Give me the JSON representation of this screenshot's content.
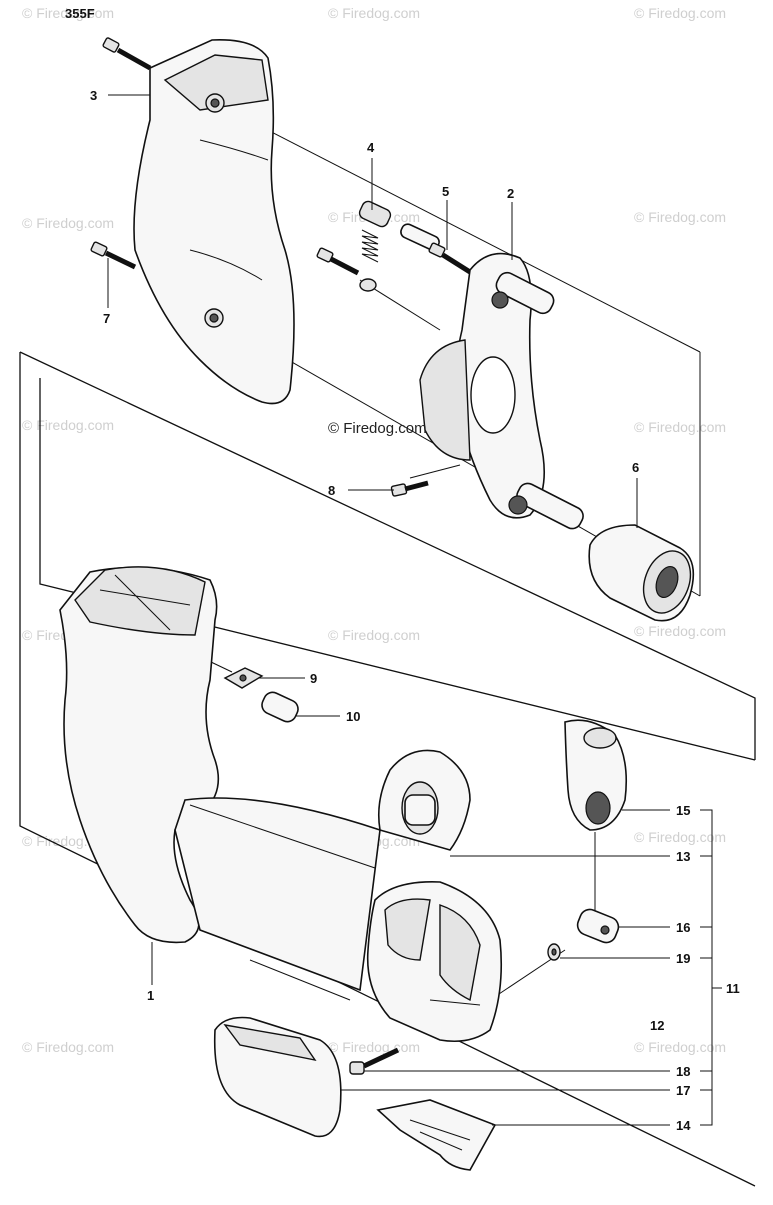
{
  "model_label": "355F",
  "center_watermark": "© Firedog.com",
  "watermark_text": "© Firedog.com",
  "part_numbers": {
    "p1": "1",
    "p2": "2",
    "p3": "3",
    "p4": "4",
    "p5": "5",
    "p6": "6",
    "p7": "7",
    "p8": "8",
    "p9": "9",
    "p10": "10",
    "p11": "11",
    "p12": "12",
    "p13": "13",
    "p14": "14",
    "p15": "15",
    "p16": "16",
    "p17": "17",
    "p18": "18",
    "p19": "19"
  }
}
